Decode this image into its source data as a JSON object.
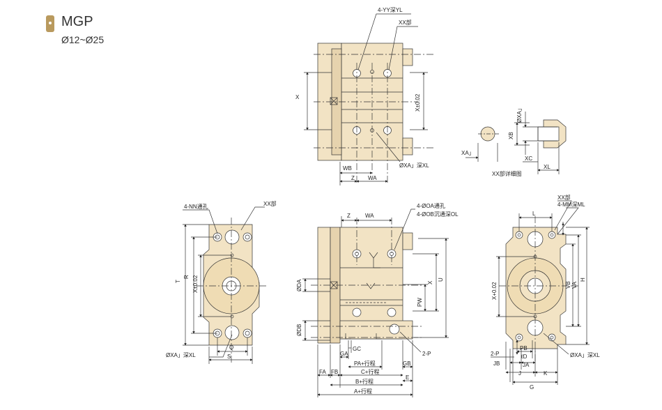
{
  "header": {
    "model": "MGP",
    "range": "Ø12~Ø25"
  },
  "top_view": {
    "holes_label": "4-YY深YL",
    "xx_label": "XX部",
    "x_label": "X",
    "x_tol_label": "X±0.02",
    "bottom_hole_label": "ØXA」深XL",
    "wb_label": "WB",
    "z_label": "Z",
    "wa_label": "WA"
  },
  "detail_view": {
    "xa_label": "ØXA」",
    "xb_label": "XB",
    "xa_small_label": "XA」",
    "xc_label": "XC",
    "xl_label": "XL",
    "caption": "XX部详细图"
  },
  "left_view": {
    "holes_label": "4-NN通孔",
    "xx_label": "XX部",
    "t_label": "T",
    "r_label": "R",
    "xtol_label": "X±0.02",
    "q_label": "Q",
    "s_label": "S",
    "bottom_label": "ØXA」深XL"
  },
  "front_view": {
    "z_label": "Z",
    "wa_label": "WA",
    "holes1_label": "4-ØOA通孔",
    "holes2_label": "4-ØOB沉通深OL",
    "x_label": "X",
    "u_label": "U",
    "pw_label": "PW",
    "da_label": "ØDA",
    "db_label": "ØDB",
    "gc_label": "GC",
    "ga_label": "GA",
    "gb_label": "GB",
    "p_label": "2-P",
    "pa_label": "PA+行程",
    "fa_label": "FA",
    "fb_label": "FB",
    "c_label": "C+行程",
    "b_label": "B+行程",
    "a_label": "A+行程",
    "e_label": "E"
  },
  "right_view": {
    "xx_label": "XX部",
    "mm_label": "4-MM深ML",
    "l_label": "L",
    "xtol_label": "X+0.02",
    "vb_label": "VB",
    "va_label": "VA",
    "h_label": "H",
    "bottom_label": "ØXA」深XL",
    "p_label": "2-P",
    "pb_label": "PB",
    "d_label": "ℓD",
    "jb_label": "JB",
    "ja_label": "JA",
    "j_label": "J",
    "k_label": "K",
    "g_label": "G"
  }
}
